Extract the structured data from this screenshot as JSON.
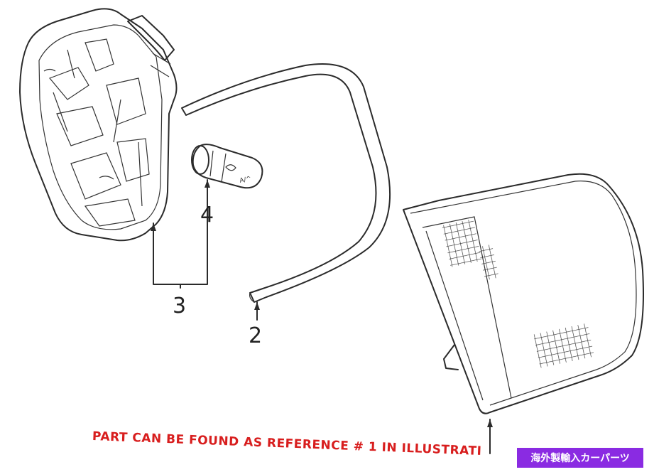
{
  "diagram": {
    "callouts": [
      {
        "id": "2",
        "label": "2"
      },
      {
        "id": "3",
        "label": "3"
      },
      {
        "id": "4",
        "label": "4"
      }
    ],
    "bulb_marking": "A/^"
  },
  "footer_note": "PART CAN BE FOUND AS REFERENCE # 1 IN ILLUSTRATI",
  "seller_badge": "海外製輸入カーパーツ",
  "colors": {
    "line_art": "#2b2b2b",
    "note_text": "#d81e1e",
    "badge_bg": "#8a2be2",
    "badge_text": "#ffffff"
  }
}
